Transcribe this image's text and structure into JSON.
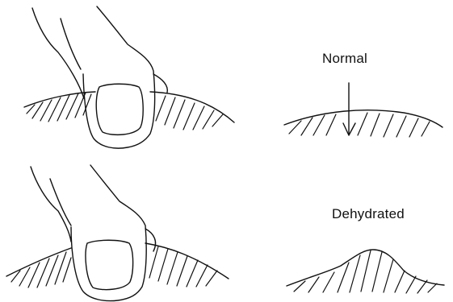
{
  "figure": {
    "panels": [
      {
        "id": "normal",
        "label": "Normal"
      },
      {
        "id": "dehydrated",
        "label": "Dehydrated"
      }
    ],
    "ink_color": "#111111",
    "background_color": "#ffffff"
  }
}
